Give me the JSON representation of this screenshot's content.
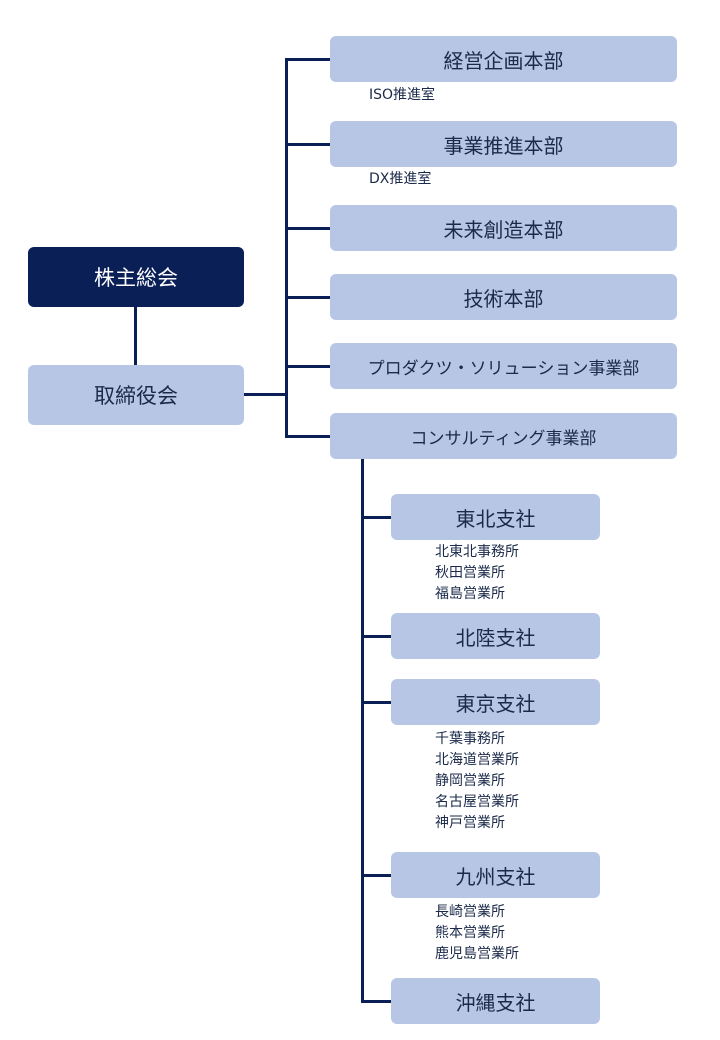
{
  "top": {
    "shareholders": "株主総会",
    "board": "取締役会"
  },
  "departments": [
    {
      "name": "経営企画本部",
      "subs": [
        "ISO推進室"
      ]
    },
    {
      "name": "事業推進本部",
      "subs": [
        "DX推進室"
      ]
    },
    {
      "name": "未来創造本部",
      "subs": []
    },
    {
      "name": "技術本部",
      "subs": []
    },
    {
      "name": "プロダクツ・ソリューション事業部",
      "subs": []
    },
    {
      "name": "コンサルティング事業部",
      "subs": []
    }
  ],
  "branches": [
    {
      "name": "東北支社",
      "offices": [
        "北東北事務所",
        "秋田営業所",
        "福島営業所"
      ]
    },
    {
      "name": "北陸支社",
      "offices": []
    },
    {
      "name": "東京支社",
      "offices": [
        "千葉事務所",
        "北海道営業所",
        "静岡営業所",
        "名古屋営業所",
        "神戸営業所"
      ]
    },
    {
      "name": "九州支社",
      "offices": [
        "長崎営業所",
        "熊本営業所",
        "鹿児島営業所"
      ]
    },
    {
      "name": "沖縄支社",
      "offices": []
    }
  ],
  "colors": {
    "dark": "#0b1f57",
    "light": "#b8c6e6"
  }
}
